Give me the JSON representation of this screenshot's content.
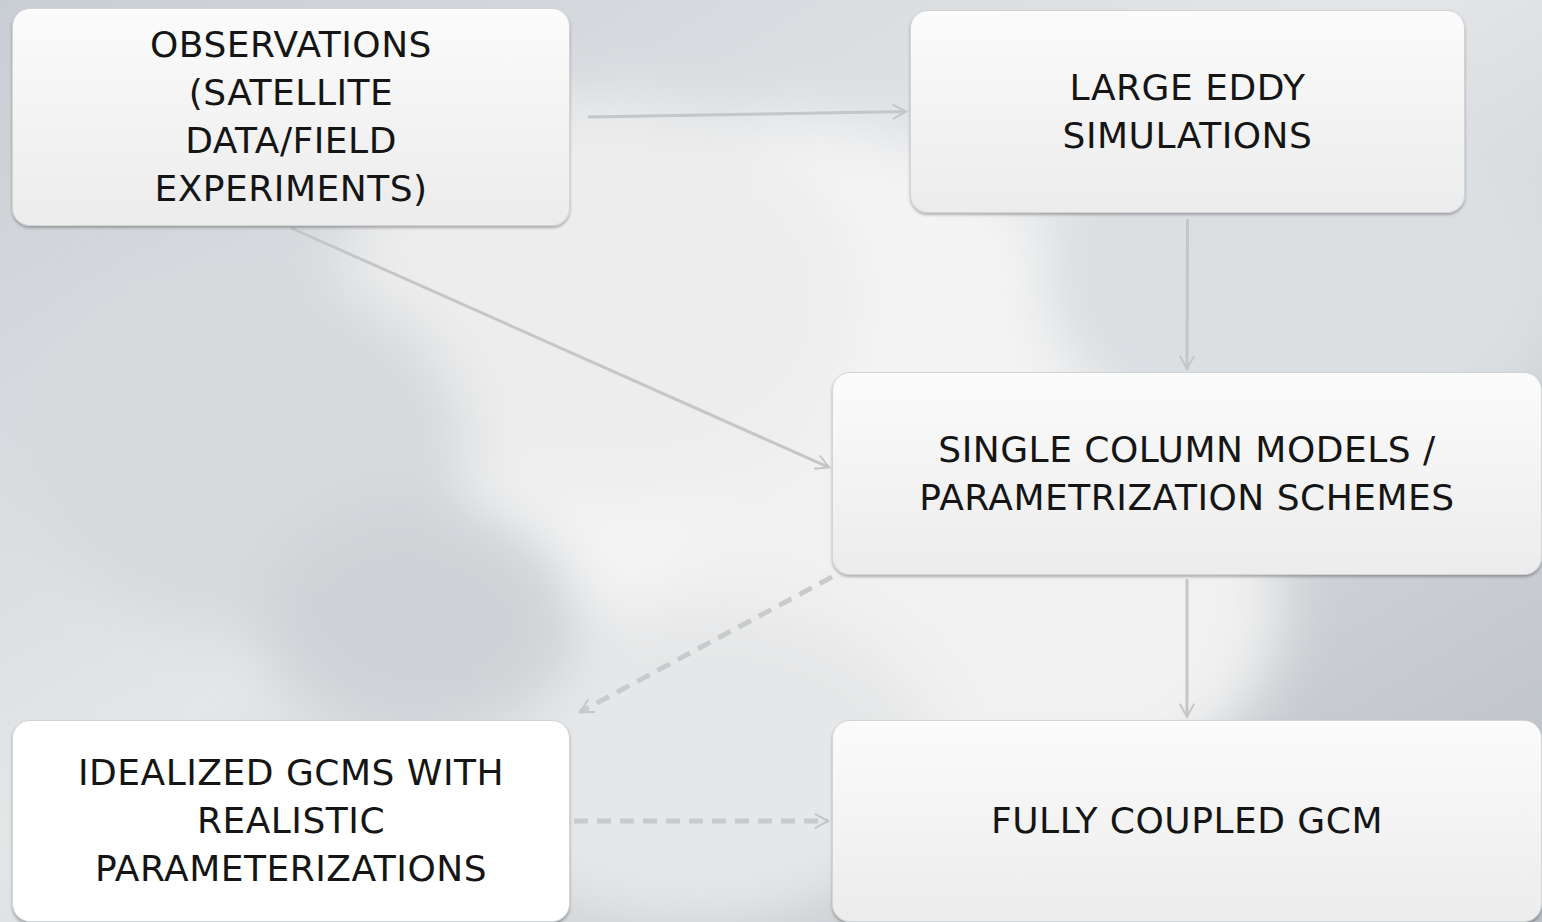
{
  "diagram": {
    "nodes": [
      {
        "text": [
          "OBSERVATIONS (SATELLITE DATA/FIELD EXPERIMENTS)"
        ]
      },
      {
        "text": [
          "LARGE EDDY SIMULATIONS"
        ]
      },
      {
        "text": [
          "SINGLE COLUMN MODELS / PARAMETRIZATION SCHEMES"
        ]
      },
      {
        "text": [
          "IDEALIZED GCMS WITH REALISTIC PARAMETERIZATIONS"
        ]
      },
      {
        "text": [
          "FULLY COUPLED GCM"
        ]
      }
    ],
    "edges": [
      {
        "from": 0,
        "to": 1,
        "arrow": "to"
      },
      {
        "from": 0,
        "to": 2,
        "arrow": "to"
      },
      {
        "from": 1,
        "to": 2,
        "arrow": "to"
      },
      {
        "from": 2,
        "to": 3,
        "arrow": "to"
      },
      {
        "from": 2,
        "to": 4,
        "arrow": "to"
      },
      {
        "from": 3,
        "to": 4,
        "arrow": "to"
      }
    ]
  }
}
